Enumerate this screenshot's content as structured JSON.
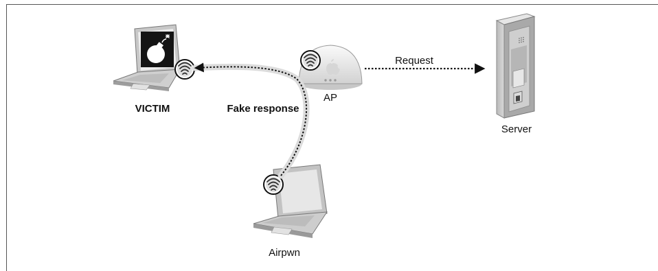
{
  "labels": {
    "victim": "VICTIM",
    "ap": "AP",
    "server": "Server",
    "attacker": "Airpwn",
    "request": "Request",
    "fake_response": "Fake response"
  },
  "icons": {
    "victim_screen": "bomb-icon",
    "wireless": "wifi-icon",
    "ap_logo": "apple-logo-icon"
  },
  "colors": {
    "line": "#111111",
    "device_light": "#e9e9e9",
    "device_mid": "#c4c4c4",
    "device_dark": "#8c8c8c",
    "bomb_screen": "#111111"
  }
}
